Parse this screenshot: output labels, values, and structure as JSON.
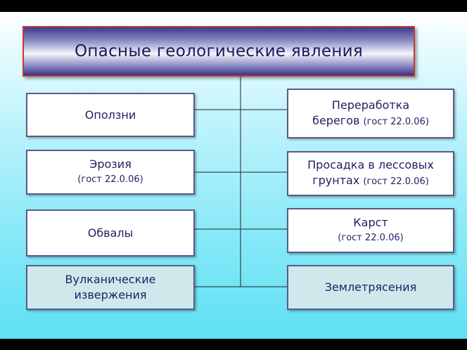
{
  "title": "Опасные геологические явления",
  "left": [
    {
      "line1": "Оползни",
      "line2": "",
      "gost": ""
    },
    {
      "line1": "Эрозия",
      "line2": "",
      "gost": "(гост 22.0.06)"
    },
    {
      "line1": "Обвалы",
      "line2": "",
      "gost": ""
    },
    {
      "line1": "Вулканические",
      "line2": "извержения",
      "gost": ""
    }
  ],
  "right": [
    {
      "line1": "Переработка",
      "line2": "берегов",
      "gost": "(гост 22.0.06)"
    },
    {
      "line1": "Просадка в лессовых",
      "line2": "грунтах",
      "gost": "(гост 22.0.06)"
    },
    {
      "line1": "Карст",
      "line2": "",
      "gost": "(гост 22.0.06)"
    },
    {
      "line1": "Землетрясения",
      "line2": "",
      "gost": ""
    }
  ],
  "colors": {
    "title_border": "#c8372d",
    "text": "#1f1f66",
    "box_plain": "#ffffff",
    "box_highlight": "#cfe8ec"
  }
}
